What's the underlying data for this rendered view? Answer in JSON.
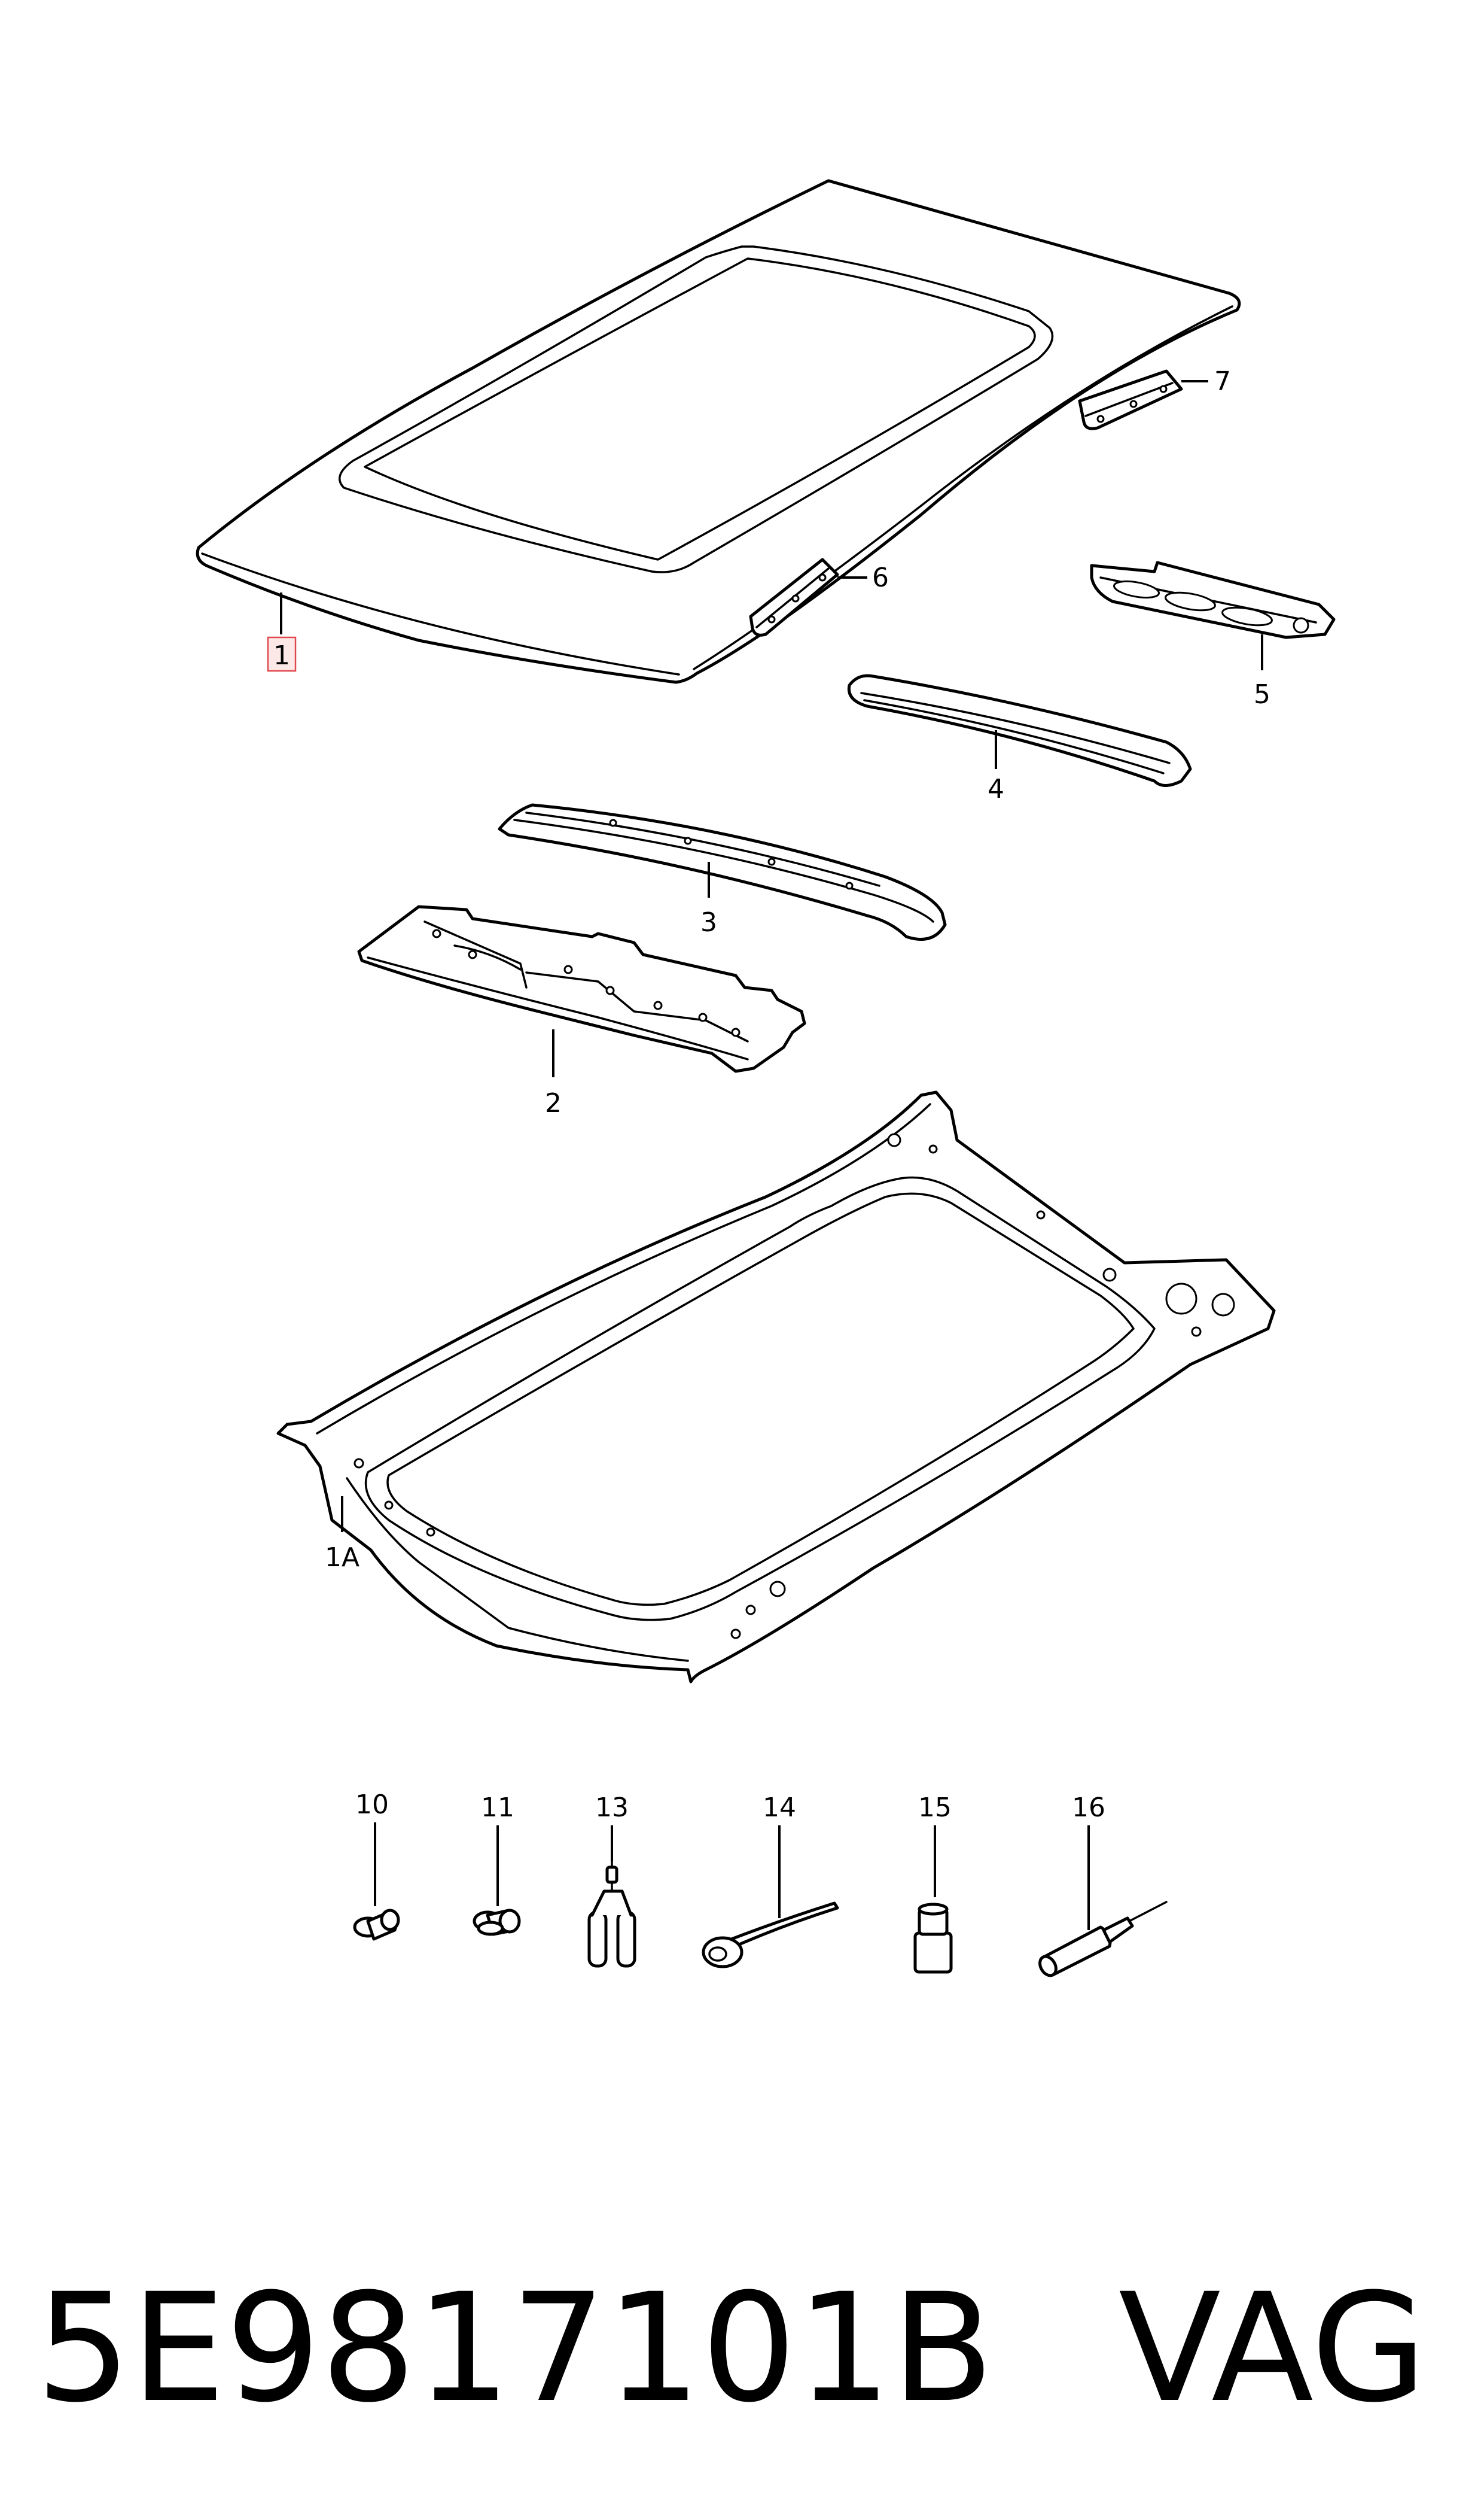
{
  "callouts": {
    "c1": "1",
    "c1a": "1A",
    "c2": "2",
    "c3": "3",
    "c4": "4",
    "c5": "5",
    "c6": "6",
    "c7": "7",
    "c10": "10",
    "c11": "11",
    "c13": "13",
    "c14": "14",
    "c15": "15",
    "c16": "16"
  },
  "highlight_color": "#e0484d",
  "footer": {
    "part_number": "5E9817101B",
    "brand": "VAG"
  }
}
